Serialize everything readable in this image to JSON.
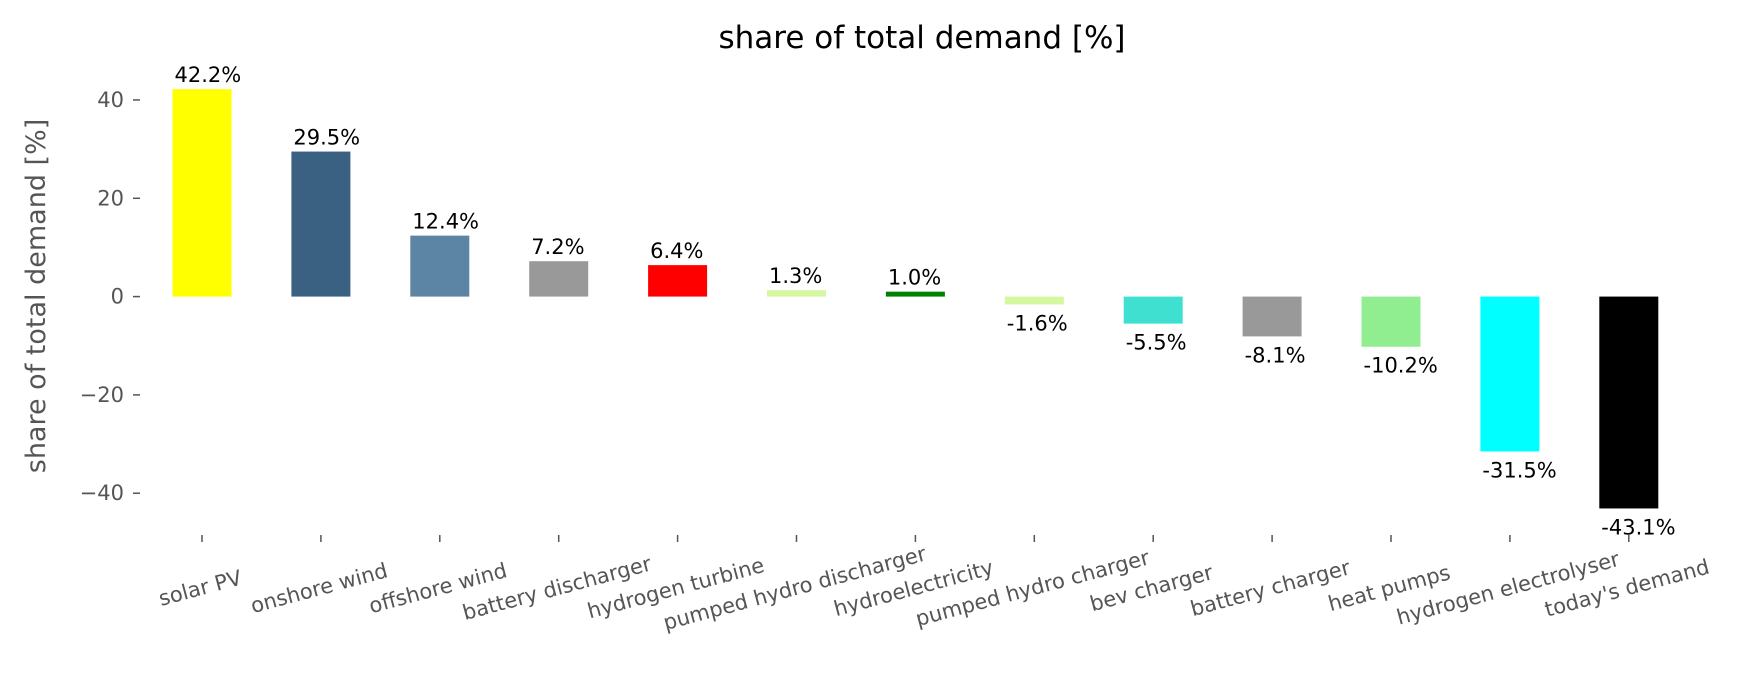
{
  "chart_data": {
    "type": "bar",
    "title": "share of total demand [%]",
    "xlabel": "",
    "ylabel": "share of total demand [%]",
    "ylim": [
      -48.5,
      46.5
    ],
    "yticks": [
      -40,
      -20,
      0,
      20,
      40
    ],
    "ytick_labels": [
      "−40",
      "−20",
      "0",
      "20",
      "40"
    ],
    "grid": false,
    "categories": [
      "solar PV",
      "onshore wind",
      "offshore wind",
      "battery discharger",
      "hydrogen turbine",
      "pumped hydro discharger",
      "hydroelectricity",
      "pumped hydro charger",
      "bev charger",
      "battery charger",
      "heat pumps",
      "hydrogen electrolyser",
      "today's demand"
    ],
    "values": [
      42.2,
      29.5,
      12.4,
      7.2,
      6.4,
      1.3,
      1.0,
      -1.6,
      -5.5,
      -8.1,
      -10.2,
      -31.5,
      -43.1
    ],
    "data_labels": [
      "42.2%",
      "29.5%",
      "12.4%",
      "7.2%",
      "6.4%",
      "1.3%",
      "1.0%",
      "-1.6%",
      "-5.5%",
      "-8.1%",
      "-10.2%",
      "-31.5%",
      "-43.1%"
    ],
    "colors": [
      "#ffff00",
      "#3b6182",
      "#5c84a4",
      "#999999",
      "#ff0000",
      "#d4f7a0",
      "#008000",
      "#d4f7a0",
      "#40e0d0",
      "#999999",
      "#90ee90",
      "#00ffff",
      "#000000"
    ]
  }
}
